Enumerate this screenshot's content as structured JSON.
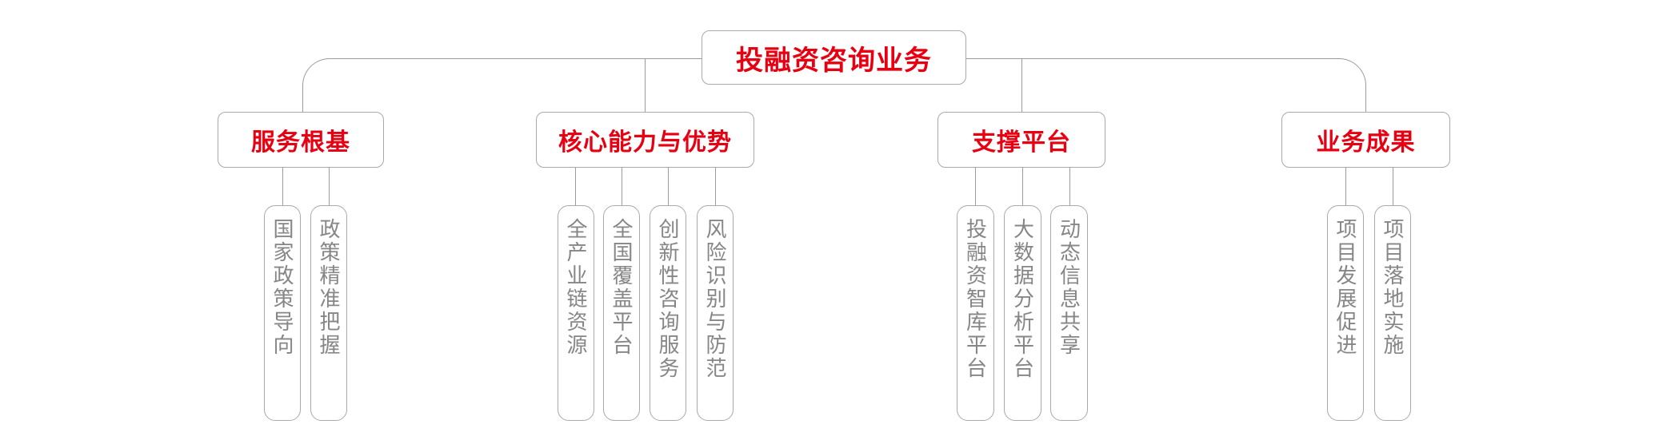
{
  "diagram": {
    "root": {
      "label": "投融资咨询业务"
    },
    "branches": [
      {
        "label": "服务根基",
        "children": [
          "国家政策导向",
          "政策精准把握"
        ]
      },
      {
        "label": "核心能力与优势",
        "children": [
          "全产业链资源",
          "全国覆盖平台",
          "创新性咨询服务",
          "风险识别与防范"
        ]
      },
      {
        "label": "支撑平台",
        "children": [
          "投融资智库平台",
          "大数据分析平台",
          "动态信息共享"
        ]
      },
      {
        "label": "业务成果",
        "children": [
          "项目发展促进",
          "项目落地实施"
        ]
      }
    ],
    "colors": {
      "accent_red": "#e60012",
      "node_border": "#a9a9a9",
      "leaf_text": "#868686",
      "connector": "#9b9b9b",
      "background": "#ffffff"
    }
  }
}
